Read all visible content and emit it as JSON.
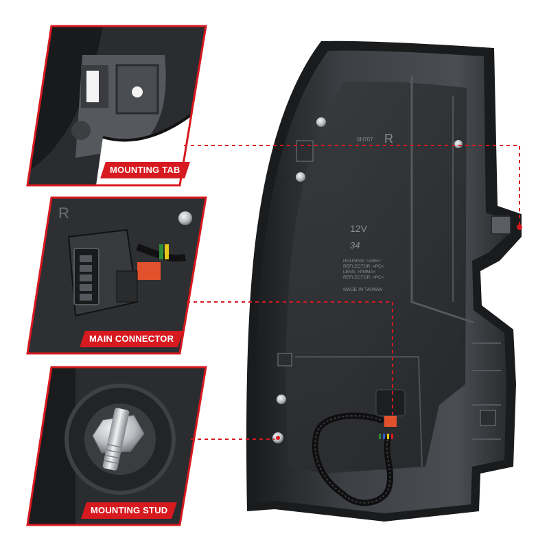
{
  "callouts": {
    "mounting_tab": "MOUNTING TAB",
    "main_connector": "MAIN CONNECTOR",
    "mounting_stud": "MOUNTING STUD"
  },
  "lamp_markings": {
    "side_letter": "R",
    "part_code": "6H707",
    "voltage": "12V",
    "mfg_code": "34",
    "materials": [
      "HOUSING: >ABS<",
      "REFLECTOR: >PC<",
      "LENS: >PMMA<",
      "REFLECTOR: >PC<"
    ],
    "origin": "MADE IN TAIWAN"
  },
  "colors": {
    "accent_red": "#d71920",
    "housing_dark": "#2e3033",
    "housing_mid": "#45484c",
    "background": "#ffffff"
  },
  "icons": [
    "mounting-tab-detail",
    "main-connector-detail",
    "mounting-stud-detail"
  ]
}
